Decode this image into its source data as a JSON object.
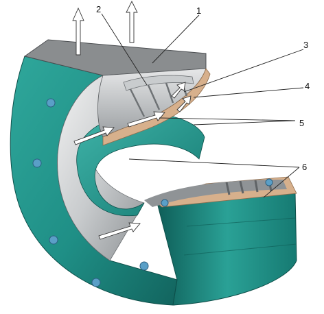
{
  "callouts": [
    {
      "id": "1",
      "text": "1"
    },
    {
      "id": "2",
      "text": "2"
    },
    {
      "id": "3",
      "text": "3"
    },
    {
      "id": "4",
      "text": "4"
    },
    {
      "id": "5",
      "text": "5"
    },
    {
      "id": "6",
      "text": "6"
    }
  ],
  "colors": {
    "housing": "#1f8f86",
    "housing_dark": "#146d66",
    "housing_light": "#3fb3a8",
    "liner": "#d7b08c",
    "interior_gray": "#b9bcbe",
    "interior_dark": "#6e7275",
    "arrow_fill": "#ffffff",
    "bolt": "#5a9fc7"
  }
}
